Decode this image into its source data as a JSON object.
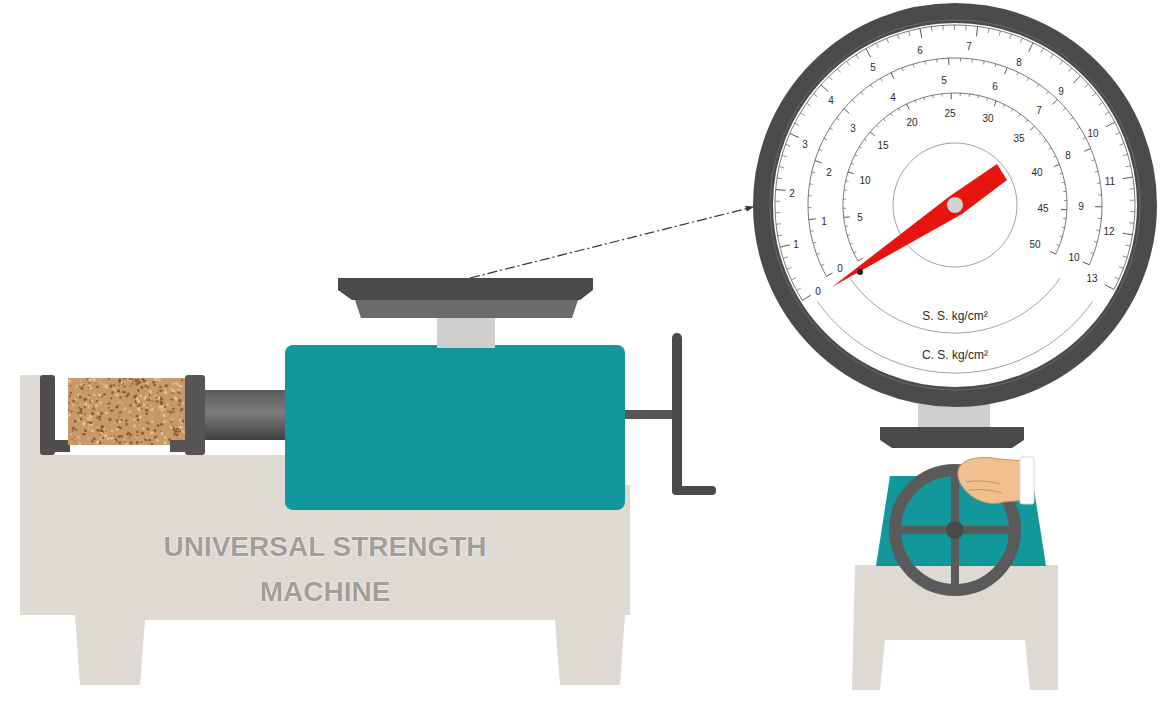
{
  "diagram": {
    "nodes": [
      {
        "text": [
          "UNIVERSAL STRENGTH MACHINE"
        ]
      },
      {
        "text": [
          "S. S. kg/cm²",
          "C. S. kg/cm²"
        ]
      }
    ],
    "edges": [
      {
        "from": 0,
        "to": 1,
        "arrow": "to"
      }
    ],
    "labels": [
      "0",
      "1",
      "2",
      "3",
      "4",
      "5",
      "6",
      "7",
      "8",
      "9",
      "10",
      "11",
      "12",
      "13",
      "0",
      "1",
      "2",
      "3",
      "4",
      "5",
      "6",
      "7",
      "8",
      "9",
      "10",
      "5",
      "10",
      "15",
      "20",
      "25",
      "30",
      "35",
      "40",
      "45",
      "50"
    ]
  }
}
